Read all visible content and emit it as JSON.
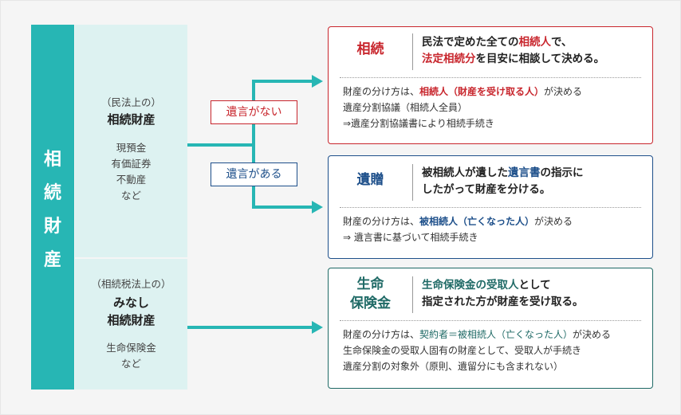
{
  "left_column": {
    "chars": [
      "相",
      "続",
      "財",
      "産"
    ],
    "color": "#27b6b4"
  },
  "panel_civil": {
    "subtitle": "（民法上の）",
    "title": "相続財産",
    "items": [
      "現預金",
      "有価証券",
      "不動産",
      "など"
    ],
    "bg": "#ddf2f1"
  },
  "panel_tax": {
    "subtitle": "（相続税法上の）",
    "title_lines": [
      "みなし",
      "相続財産"
    ],
    "items": [
      "生命保険金",
      "など"
    ],
    "bg": "#ddf2f1"
  },
  "labels": {
    "no_will": "遺言がない",
    "with_will": "遺言がある"
  },
  "cards": {
    "inheritance": {
      "label": "相続",
      "head_line1": {
        "a": "民法で定めた全ての",
        "b": "相続人",
        "c": "で、"
      },
      "head_line2": {
        "a": "法定相続分",
        "b": "を目安に相談して決める。"
      },
      "body_line1": {
        "a": "財産の分け方は、",
        "b": "相続人（財産を受け取る人）",
        "c": "が決める"
      },
      "body_line2": "遺産分割協議（相続人全員）",
      "body_line3": "⇒遺産分割協議書により相続手続き",
      "color": "#c8262d"
    },
    "bequest": {
      "label": "遺贈",
      "head_line1": {
        "a": "被相続人が遺した",
        "b": "遺言書",
        "c": "の指示に"
      },
      "head_line2": "したがって財産を分ける。",
      "body_line1": {
        "a": "財産の分け方は、",
        "b": "被相続人（亡くなった人）",
        "c": "が決める"
      },
      "body_line2": "⇒ 遺言書に基づいて相続手続き",
      "color": "#1d4f8a"
    },
    "insurance": {
      "label_lines": [
        "生命",
        "保険金"
      ],
      "head_line1": {
        "a": "生命保険金の受取人",
        "b": "として"
      },
      "head_line2": "指定された方が財産を受け取る。",
      "body_line1": {
        "a": "財産の分け方は、",
        "b": "契約者＝被相続人（亡くなった人）",
        "c": "が決める"
      },
      "body_line2": "生命保険金の受取人固有の財産として、受取人が手続き",
      "body_line3": "遺産分割の対象外（原則、遺留分にも含まれない）",
      "color": "#1f6a66"
    }
  }
}
